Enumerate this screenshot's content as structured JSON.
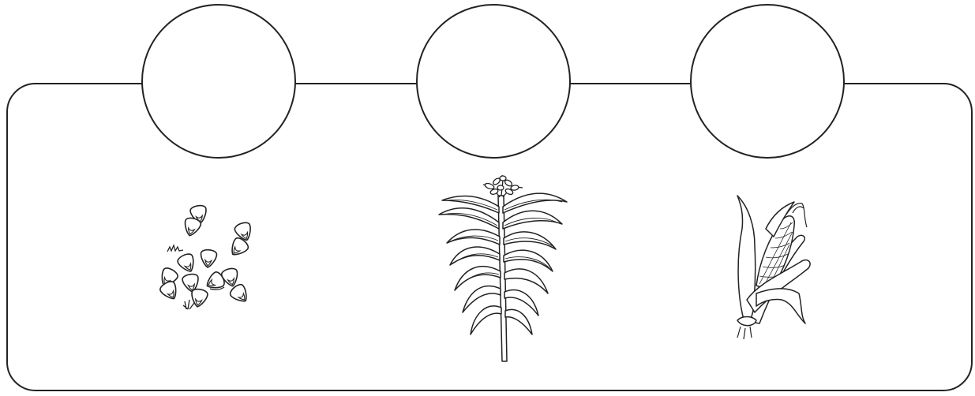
{
  "worksheet": {
    "stages": [
      {
        "id": "seeds",
        "icon": "corn-seeds-icon",
        "answer": ""
      },
      {
        "id": "plant",
        "icon": "corn-plant-icon",
        "answer": ""
      },
      {
        "id": "cob",
        "icon": "corn-cob-icon",
        "answer": ""
      }
    ],
    "colors": {
      "stroke": "#222222",
      "background": "#ffffff"
    }
  }
}
